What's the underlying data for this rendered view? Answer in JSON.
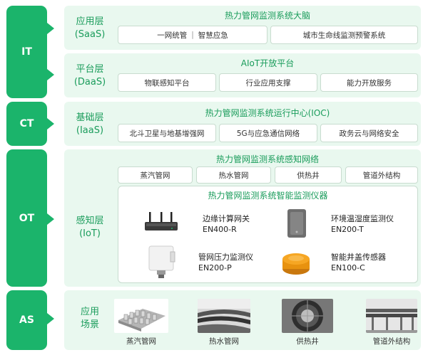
{
  "tags": {
    "it": "IT",
    "ct": "CT",
    "ot": "OT",
    "as": "AS"
  },
  "saas": {
    "name_line1": "应用层",
    "name_line2": "(SaaS)",
    "title": "热力管网监测系统大脑",
    "box1_a": "一网统管",
    "box1_sep": "|",
    "box1_b": "智慧应急",
    "box2": "城市生命线监测预警系统"
  },
  "daas": {
    "name_line1": "平台层",
    "name_line2": "(DaaS)",
    "title": "AIoT开放平台",
    "items": [
      "物联感知平台",
      "行业应用支撑",
      "能力开放服务"
    ]
  },
  "iaas": {
    "name_line1": "基础层",
    "name_line2": "(IaaS)",
    "title": "热力管网监测系统运行中心(IOC)",
    "items": [
      "北斗卫星与地基增强网",
      "5G与应急通信网络",
      "政务云与网络安全"
    ]
  },
  "iot": {
    "name_line1": "感知层",
    "name_line2": "(IoT)",
    "title": "热力管网监测系统感知网络",
    "items": [
      "蒸汽管网",
      "热水管网",
      "供热井",
      "管道外结构"
    ],
    "instruments_title": "热力管网监测系统智能监测仪器",
    "devices": [
      {
        "name": "边缘计算网关",
        "model": "EN400-R"
      },
      {
        "name": "环境温湿度监测仪",
        "model": "EN200-T"
      },
      {
        "name": "管网压力监测仪",
        "model": "EN200-P"
      },
      {
        "name": "智能井盖传感器",
        "model": "EN100-C"
      }
    ]
  },
  "scenes": {
    "name_line1": "应用",
    "name_line2": "场景",
    "items": [
      "蒸汽管网",
      "热水管网",
      "供热井",
      "管道外结构"
    ]
  },
  "colors": {
    "accent": "#1bb46b",
    "panel": "#e9f8ef",
    "title": "#1a9c5b"
  }
}
